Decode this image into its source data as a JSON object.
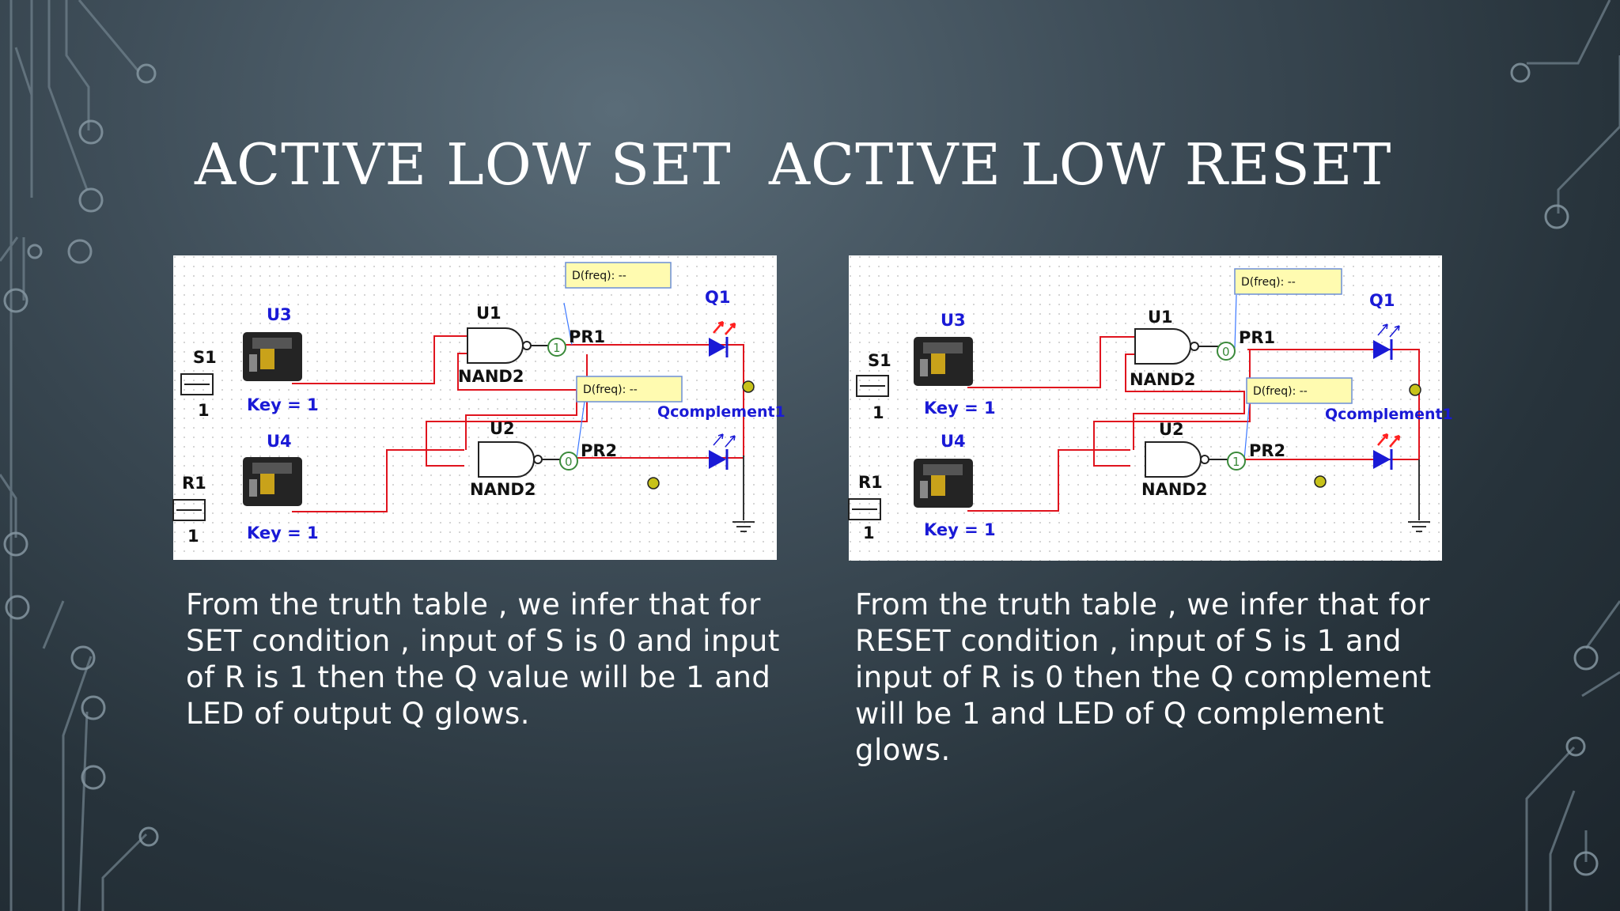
{
  "slide": {
    "title_left": "ACTIVE LOW SET",
    "title_right": "ACTIVE LOW RESET",
    "description_left": "From the truth table , we infer that for SET condition , input of S is 0 and input of R is 1 then the Q value will be 1 and LED of output Q glows.",
    "description_right": "From the truth table , we infer that for RESET condition , input of S is 1 and input of R is 0 then the Q complement will be 1 and LED of Q complement glows."
  },
  "colors": {
    "wire": "#e0141e",
    "wire_blue": "#3c78ff",
    "component_label": "#1a1ad6",
    "probe_box": "#fffbb0",
    "led": "#1a1ad6",
    "glow": "#ff2020"
  },
  "circuit_left": {
    "switch_top_label": "U3",
    "switch_top_key": "Key = 1",
    "switch_bottom_label": "U4",
    "switch_bottom_key": "Key = 1",
    "input_s_label": "S1",
    "input_s_value": "1",
    "input_r_label": "R1",
    "input_r_value": "1",
    "gate_top_name": "U1",
    "gate_top_type": "NAND2",
    "gate_bottom_name": "U2",
    "gate_bottom_type": "NAND2",
    "probe_top_text": "D(freq): --",
    "probe_bottom_text": "D(freq): --",
    "probe_top_label": "PR1",
    "probe_bottom_label": "PR2",
    "probe_top_value": "1",
    "probe_bottom_value": "0",
    "led_top_label": "Q1",
    "led_bottom_label": "Qcomplement1",
    "led_top_on": true,
    "led_bottom_on": false
  },
  "circuit_right": {
    "switch_top_label": "U3",
    "switch_top_key": "Key = 1",
    "switch_bottom_label": "U4",
    "switch_bottom_key": "Key = 1",
    "input_s_label": "S1",
    "input_s_value": "1",
    "input_r_label": "R1",
    "input_r_value": "1",
    "gate_top_name": "U1",
    "gate_top_type": "NAND2",
    "gate_bottom_name": "U2",
    "gate_bottom_type": "NAND2",
    "probe_top_text": "D(freq): --",
    "probe_bottom_text": "D(freq): --",
    "probe_top_label": "PR1",
    "probe_bottom_label": "PR2",
    "probe_top_value": "0",
    "probe_bottom_value": "1",
    "led_top_label": "Q1",
    "led_bottom_label": "Qcomplement1",
    "led_top_on": false,
    "led_bottom_on": true
  }
}
